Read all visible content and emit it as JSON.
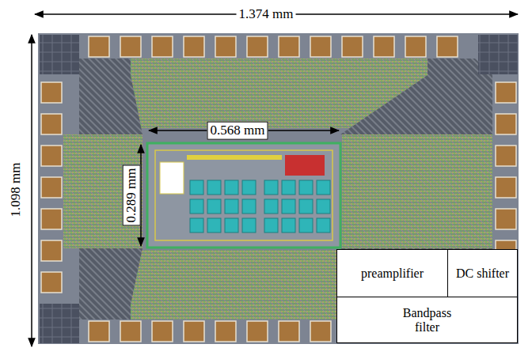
{
  "diagram": {
    "labels": [
      "1.374 mm",
      "1.098 mm",
      "0.568 mm",
      "0.289 mm",
      "preamplifier",
      "DC shifter",
      "Bandpass filter"
    ]
  }
}
